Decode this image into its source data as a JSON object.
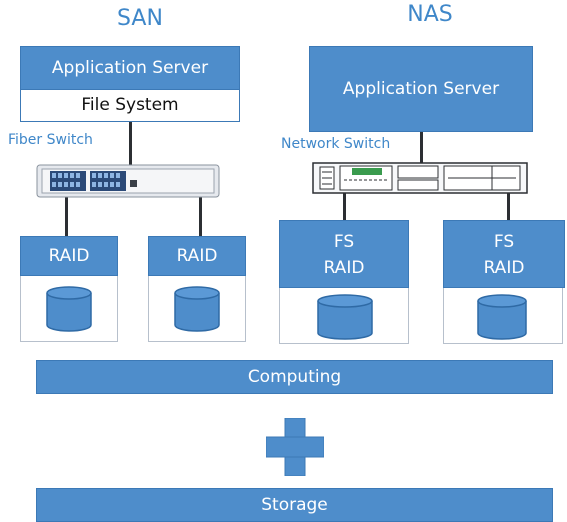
{
  "san": {
    "title": "SAN",
    "app_server": "Application Server",
    "file_system": "File System",
    "switch_label": "Fiber Switch",
    "raid_left": "RAID",
    "raid_right": "RAID"
  },
  "nas": {
    "title": "NAS",
    "app_server": "Application Server",
    "switch_label": "Network Switch",
    "fs_raid_left_top": "FS",
    "fs_raid_left_bottom": "RAID",
    "fs_raid_right_top": "FS",
    "fs_raid_right_bottom": "RAID"
  },
  "bars": {
    "computing": "Computing",
    "storage": "Storage"
  },
  "icons": {
    "plus": "plus-icon",
    "disk": "disk-cylinder-icon",
    "fiber_switch": "fiber-switch-icon",
    "network_switch": "network-switch-icon"
  },
  "colors": {
    "accent_blue": "#4e8dcb",
    "title_blue": "#3f87c9",
    "border": "#3c79b6"
  }
}
